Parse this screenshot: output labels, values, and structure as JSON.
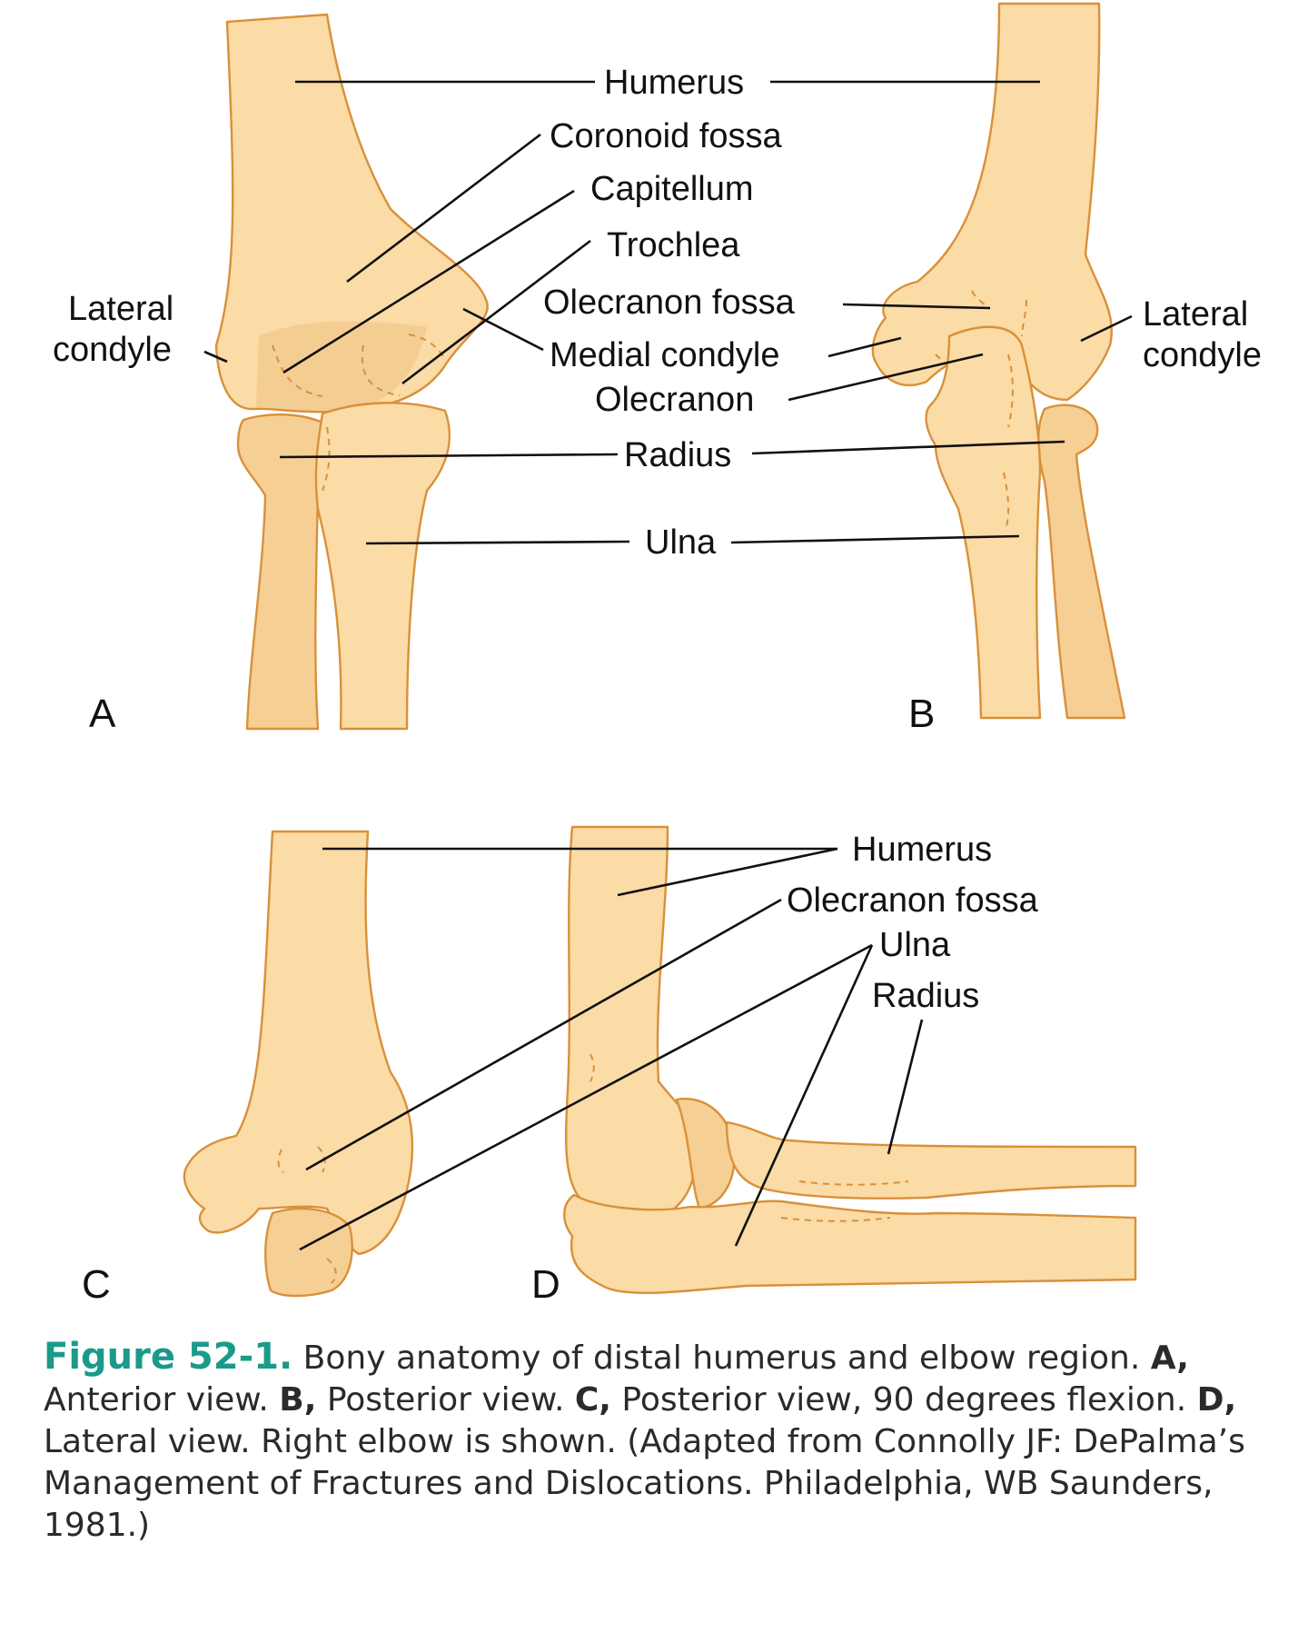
{
  "panels": {
    "A": {
      "letter": "A",
      "labels": {
        "humerus": "Humerus",
        "coronoid_fossa": "Coronoid fossa",
        "capitellum": "Capitellum",
        "trochlea": "Trochlea",
        "lateral_condyle_line1": "Lateral",
        "lateral_condyle_line2": "condyle",
        "medial_condyle": "Medial condyle",
        "radius": "Radius",
        "ulna": "Ulna"
      }
    },
    "B": {
      "letter": "B",
      "labels": {
        "olecranon_fossa": "Olecranon fossa",
        "olecranon": "Olecranon",
        "lateral_condyle_line1": "Lateral",
        "lateral_condyle_line2": "condyle"
      }
    },
    "C": {
      "letter": "C"
    },
    "D": {
      "letter": "D",
      "labels": {
        "humerus": "Humerus",
        "olecranon_fossa": "Olecranon fossa",
        "ulna": "Ulna",
        "radius": "Radius"
      }
    }
  },
  "caption": {
    "figure_number": "Figure 52-1.",
    "intro": " Bony anatomy of distal humerus and elbow region.",
    "A_key": "A,",
    "A_text": " Anterior view. ",
    "B_key": "B,",
    "B_text": " Posterior view. ",
    "C_key": "C,",
    "C_text": " Posterior view, 90 degrees flexion. ",
    "D_key": "D,",
    "D_text": " Lateral view. Right elbow is shown. (Adapted from Connolly JF: DePalma’s Management of Fractures and Dislocations. Philadelphia, WB Saunders, 1981.)"
  },
  "colors": {
    "bone_fill": "#fbdba6",
    "bone_outline": "#d9903a",
    "figure_number": "#1b9a8a"
  }
}
